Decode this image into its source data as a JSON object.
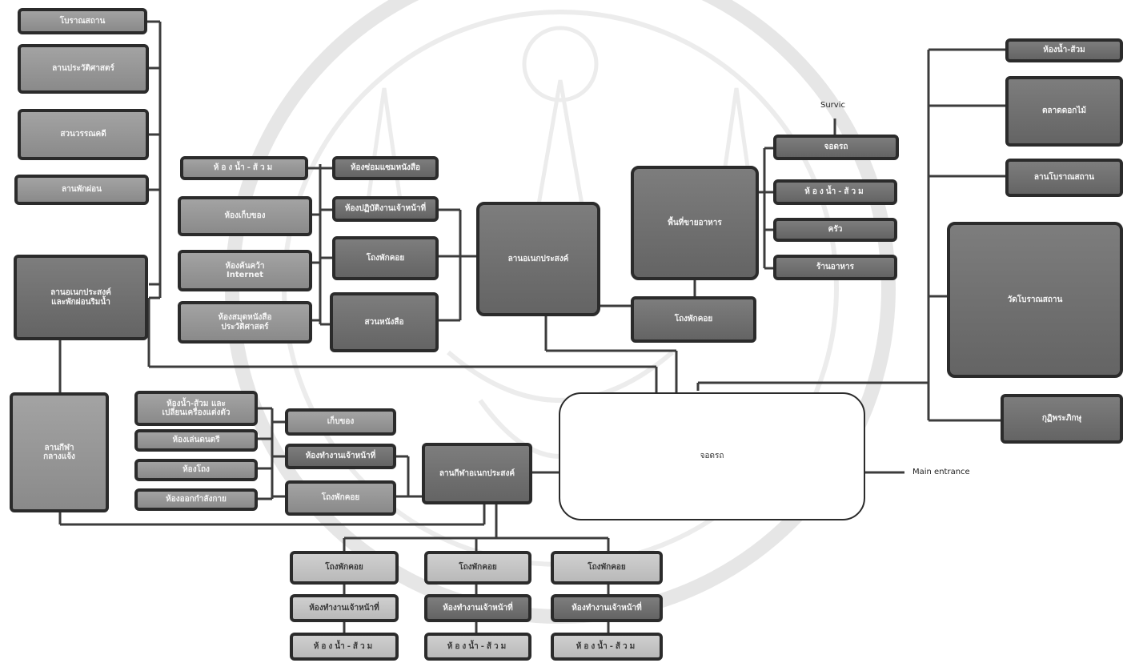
{
  "colors": {
    "node_fill": "#8a8a8a",
    "node_border": "#2b2b2b",
    "line": "#3c3c3c",
    "watermark": "#e6e6e6"
  },
  "left_column": {
    "item1": "โบราณสถาน",
    "item2": "ลานประวัติศาสตร์",
    "item3": "สวนวรรณคดี",
    "item4": "ลานพักผ่อน",
    "item5": "ลานอเนกประสงค์\nและพักผ่อนริมน้ำ",
    "item6": "ลานกีฬา\nกลางแจ้ง"
  },
  "library_cluster": {
    "restroom": "ห้องน้ำ-ส้วม",
    "storage": "ห้องเก็บของ",
    "internet_room": "ห้องค้นคว้า\nInternet",
    "history_library": "ห้องสมุดหนังสือ\nประวัติศาสตร์",
    "book_repair": "ห้องซ่อมแซมหนังสือ",
    "staff_office": "ห้องปฏิบัติงานเจ้าหน้าที่",
    "lobby": "โถงพักคอย",
    "book_garden": "สวนหนังสือ"
  },
  "center": {
    "multipurpose_hall": "ลานอเนกประสงค์"
  },
  "service": {
    "label": "Survic",
    "food_area": "พื้นที่ขายอาหาร",
    "parking": "จอดรถ",
    "restroom": "ห้องน้ำ-ส้วม",
    "kitchen": "ครัว",
    "restaurant": "ร้านอาหาร",
    "lobby": "โถงพักคอย"
  },
  "right_column": {
    "restroom": "ห้องน้ำ-ส้วม",
    "flower_market": "ตลาดดอกไม้",
    "ancient_site_area": "ลานโบราณสถาน",
    "ancient_temple": "วัดโบราณสถาน",
    "monk_quarters": "กุฏิพระภิกษุ"
  },
  "parking_main": {
    "label": "จอดรถ",
    "main_entrance": "Main entrance"
  },
  "sport_cluster": {
    "changing_room": "ห้องน้ำ-ส้วม และ\nเปลี่ยนเครื่องแต่งตัว",
    "music_room": "ห้องเล่นดนตรี",
    "game_room": "ห้องโถง",
    "gym": "ห้องออกกำลังกาย",
    "storage": "เก็บของ",
    "staff_office": "ห้องทำงานเจ้าหน้าที่",
    "lobby": "โถงพักคอย",
    "sport_hall": "ลานกีฬาอเนกประสงค์"
  },
  "bottom_row": {
    "col1": {
      "lobby": "โถงพักคอย",
      "office": "ห้องทำงานเจ้าหน้าที่",
      "restroom": "ห้องน้ำ-ส้วม"
    },
    "col2": {
      "lobby": "โถงพักคอย",
      "office": "ห้องทำงานเจ้าหน้าที่",
      "restroom": "ห้องน้ำ-ส้วม"
    },
    "col3": {
      "lobby": "โถงพักคอย",
      "office": "ห้องทำงานเจ้าหน้าที่",
      "restroom": "ห้องน้ำ-ส้วม"
    }
  }
}
